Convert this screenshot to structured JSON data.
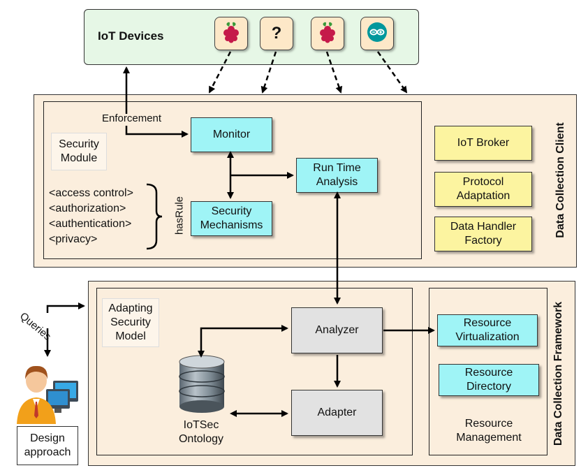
{
  "iot_devices": {
    "title": "IoT Devices",
    "devices": [
      {
        "icon": "raspberry-pi-icon"
      },
      {
        "icon": "question-mark-icon",
        "glyph": "?"
      },
      {
        "icon": "raspberry-pi-icon"
      },
      {
        "icon": "arduino-icon"
      }
    ]
  },
  "data_collection_client": {
    "title": "Data Collection Client",
    "enforcement_label": "Enforcement",
    "security_module": "Security\nModule",
    "monitor": "Monitor",
    "run_time_analysis": "Run Time\nAnalysis",
    "security_mechanisms": "Security\nMechanisms",
    "rules": [
      "<access control>",
      "<authorization>",
      "<authentication>",
      "<privacy>"
    ],
    "has_rule_label": "hasRule",
    "side_components": [
      "IoT Broker",
      "Protocol\nAdaptation",
      "Data Handler\nFactory"
    ]
  },
  "data_collection_framework": {
    "title": "Data Collection Framework",
    "adapting_security_model": "Adapting\nSecurity\nModel",
    "analyzer": "Analyzer",
    "adapter": "Adapter",
    "ontology": "IoTSec\nOntology",
    "resource_virtualization": "Resource\nVirtualization",
    "resource_directory": "Resource\nDirectory",
    "resource_management": "Resource\nManagement"
  },
  "design": {
    "queries_label": "Queries",
    "design_approach": "Design\napproach"
  },
  "colors": {
    "iot_fill": "#e6f7e6",
    "outer_fill": "#fbeedd",
    "cyan_fill": "#9ff4f6",
    "yellow_fill": "#fcf4a0",
    "gray_fill": "#e2e2e2"
  }
}
